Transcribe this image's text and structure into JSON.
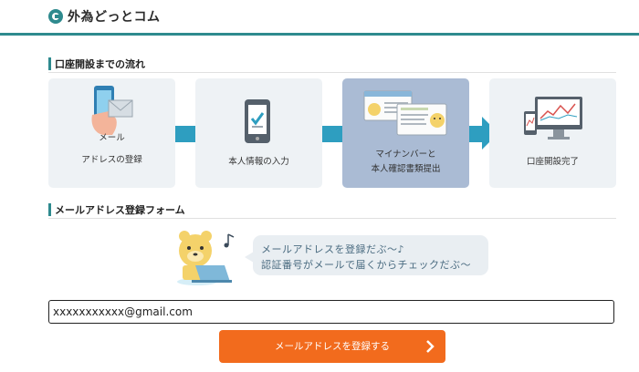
{
  "header": {
    "logo_text": "外為どっとコム"
  },
  "flow_section": {
    "title": "口座開設までの流れ"
  },
  "steps": [
    {
      "lines": [
        "メール",
        "アドレスの登録"
      ]
    },
    {
      "lines": [
        "本人情報の入力"
      ]
    },
    {
      "lines": [
        "マイナンバーと",
        "本人確認書類提出"
      ]
    },
    {
      "lines": [
        "口座開設完了"
      ]
    }
  ],
  "form_section": {
    "title": "メールアドレス登録フォーム",
    "bubble_lines": [
      "メールアドレスを登録だぶ～♪",
      "認証番号がメールで届くからチェックだぶ～"
    ]
  },
  "email_field": {
    "value": "xxxxxxxxxxx@gmail.com"
  },
  "submit_button": {
    "label": "メールアドレスを登録する"
  },
  "colors": {
    "brand": "#2e8a8e",
    "arrow": "#2e9ec0",
    "active_step": "#aabbd4",
    "button": "#f26b1d"
  }
}
